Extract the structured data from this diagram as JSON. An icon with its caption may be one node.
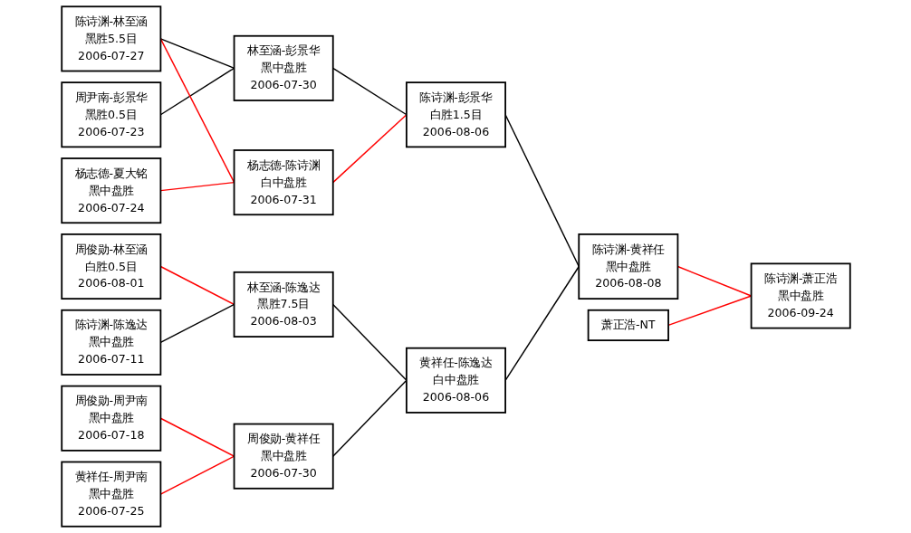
{
  "diagram": {
    "nodes": [
      {
        "text": [
          "陈诗渊-林至涵",
          "黑胜5.5目",
          "2006-07-27"
        ]
      },
      {
        "text": [
          "周尹南-彭景华",
          "黑胜0.5目",
          "2006-07-23"
        ]
      },
      {
        "text": [
          "杨志德-夏大铭",
          "黑中盘胜",
          "2006-07-24"
        ]
      },
      {
        "text": [
          "周俊勋-林至涵",
          "白胜0.5目",
          "2006-08-01"
        ]
      },
      {
        "text": [
          "陈诗渊-陈逸达",
          "黑中盘胜",
          "2006-07-11"
        ]
      },
      {
        "text": [
          "周俊勋-周尹南",
          "黑中盘胜",
          "2006-07-18"
        ]
      },
      {
        "text": [
          "黄祥任-周尹南",
          "黑中盘胜",
          "2006-07-25"
        ]
      },
      {
        "text": [
          "林至涵-彭景华",
          "黑中盘胜",
          "2006-07-30"
        ]
      },
      {
        "text": [
          "杨志德-陈诗渊",
          "白中盘胜",
          "2006-07-31"
        ]
      },
      {
        "text": [
          "林至涵-陈逸达",
          "黑胜7.5目",
          "2006-08-03"
        ]
      },
      {
        "text": [
          "周俊勋-黄祥任",
          "黑中盘胜",
          "2006-07-30"
        ]
      },
      {
        "text": [
          "陈诗渊-彭景华",
          "白胜1.5目",
          "2006-08-06"
        ]
      },
      {
        "text": [
          "黄祥任-陈逸达",
          "白中盘胜",
          "2006-08-06"
        ]
      },
      {
        "text": [
          "陈诗渊-黄祥任",
          "黑中盘胜",
          "2006-08-08"
        ]
      },
      {
        "text": [
          "萧正浩-NT"
        ]
      },
      {
        "text": [
          "陈诗渊-萧正浩",
          "黑中盘胜",
          "2006-09-24"
        ]
      }
    ],
    "edges": [
      {
        "from": 0,
        "to": 7,
        "arrow": "none"
      },
      {
        "from": 1,
        "to": 7,
        "arrow": "none"
      },
      {
        "from": 0,
        "to": 8,
        "arrow": "none",
        "color": "#ff0000"
      },
      {
        "from": 2,
        "to": 8,
        "arrow": "none",
        "color": "#ff0000"
      },
      {
        "from": 3,
        "to": 9,
        "arrow": "none",
        "color": "#ff0000"
      },
      {
        "from": 4,
        "to": 9,
        "arrow": "none"
      },
      {
        "from": 5,
        "to": 10,
        "arrow": "none",
        "color": "#ff0000"
      },
      {
        "from": 6,
        "to": 10,
        "arrow": "none",
        "color": "#ff0000"
      },
      {
        "from": 7,
        "to": 11,
        "arrow": "none"
      },
      {
        "from": 8,
        "to": 11,
        "arrow": "none",
        "color": "#ff0000"
      },
      {
        "from": 9,
        "to": 12,
        "arrow": "none"
      },
      {
        "from": 10,
        "to": 12,
        "arrow": "none"
      },
      {
        "from": 11,
        "to": 13,
        "arrow": "none"
      },
      {
        "from": 12,
        "to": 13,
        "arrow": "none"
      },
      {
        "from": 13,
        "to": 15,
        "arrow": "none",
        "color": "#ff0000"
      },
      {
        "from": 14,
        "to": 15,
        "arrow": "none",
        "color": "#ff0000"
      }
    ]
  }
}
